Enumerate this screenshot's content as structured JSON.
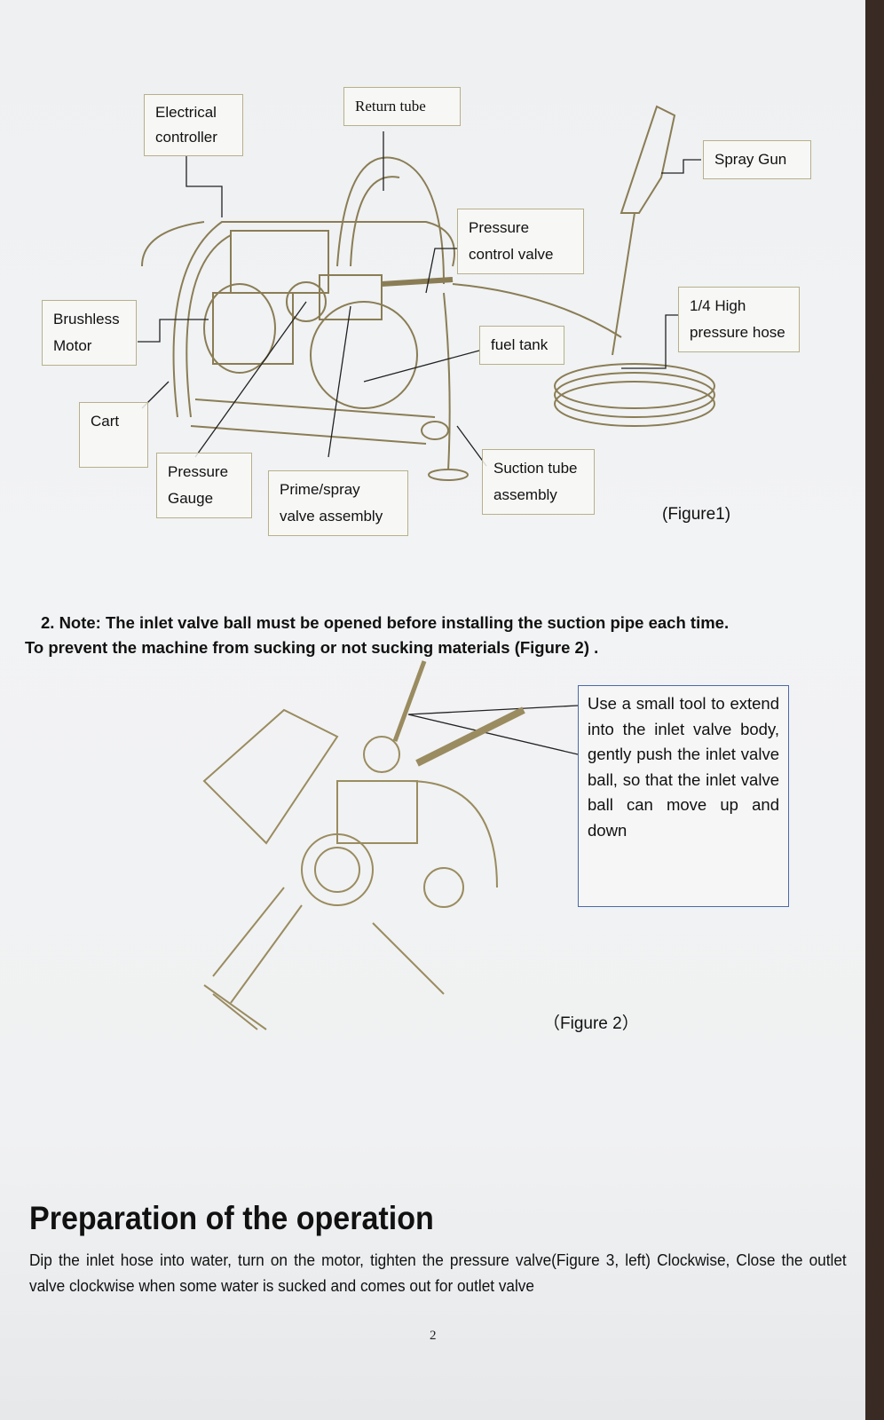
{
  "figure1": {
    "labels": {
      "electrical_controller": "Electrical controller",
      "return_tube": "Return tube",
      "spray_gun": "Spray Gun",
      "pressure_control_valve": "Pressure control valve",
      "brushless_motor": "Brushless Motor",
      "high_pressure_hose": "1/4 High pressure hose",
      "fuel_tank": "fuel tank",
      "cart": "Cart",
      "pressure_gauge": "Pressure Gauge",
      "prime_spray_valve": "Prime/spray valve assembly",
      "suction_tube": "Suction tube assembly"
    },
    "caption": "(Figure1)"
  },
  "note": {
    "line1": "2. Note: The inlet valve ball must be opened before installing the suction pipe each time.",
    "line2": "To prevent the machine from sucking or not sucking materials (Figure 2) ."
  },
  "figure2": {
    "callout": "Use a small tool to extend into the inlet valve body, gently push the inlet valve ball, so that the inlet valve ball can move up and down",
    "caption": "（Figure 2）"
  },
  "section": {
    "title": "Preparation of the operation",
    "paragraph": "Dip the inlet hose into water, turn on the motor, tighten the pressure valve(Figure 3, left) Clockwise, Close the outlet valve clockwise when some water is sucked and comes out for outlet valve"
  },
  "page_number": "2"
}
